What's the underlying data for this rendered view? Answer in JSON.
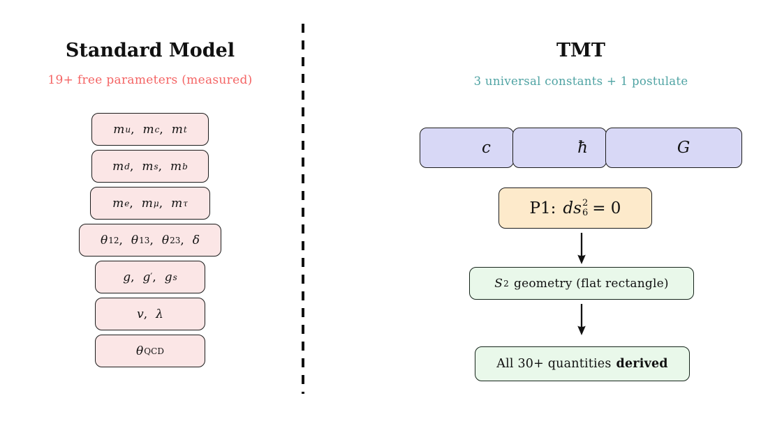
{
  "left": {
    "title": "Standard Model",
    "subtitle": "19+ free parameters (measured)",
    "param_boxes": [
      {
        "tokens": [
          "m_u",
          "m_c",
          "m_t"
        ]
      },
      {
        "tokens": [
          "m_d",
          "m_s",
          "m_b"
        ]
      },
      {
        "tokens": [
          "m_e",
          "m_μ",
          "m_τ"
        ]
      },
      {
        "tokens": [
          "θ_12",
          "θ_13",
          "θ_23",
          "δ"
        ]
      },
      {
        "tokens": [
          "g",
          "g'",
          "g_s"
        ]
      },
      {
        "tokens": [
          "v",
          "λ"
        ]
      },
      {
        "tokens": [
          "θ_QCD"
        ]
      }
    ]
  },
  "right": {
    "title": "TMT",
    "subtitle": "3 universal constants + 1 postulate",
    "constants": [
      "c",
      "ħ",
      "G"
    ],
    "postulate": {
      "prefix": "P1:",
      "base": "ds",
      "sup": "2",
      "sub": "6",
      "rhs": "= 0"
    },
    "geometry": {
      "base": "S",
      "sup": "2",
      "text": "geometry (flat rectangle)"
    },
    "derived": {
      "pre": "All 30+ quantities",
      "bold": "derived"
    }
  },
  "colors": {
    "parameter_fill": "#fbe6e6",
    "constant_fill": "#d8d8f6",
    "postulate_fill": "#fdeacb",
    "result_fill": "#e9f8ea",
    "left_subtitle_text": "#f46464",
    "right_subtitle_text": "#4fa3a3",
    "stroke": "#1b1b1b"
  }
}
